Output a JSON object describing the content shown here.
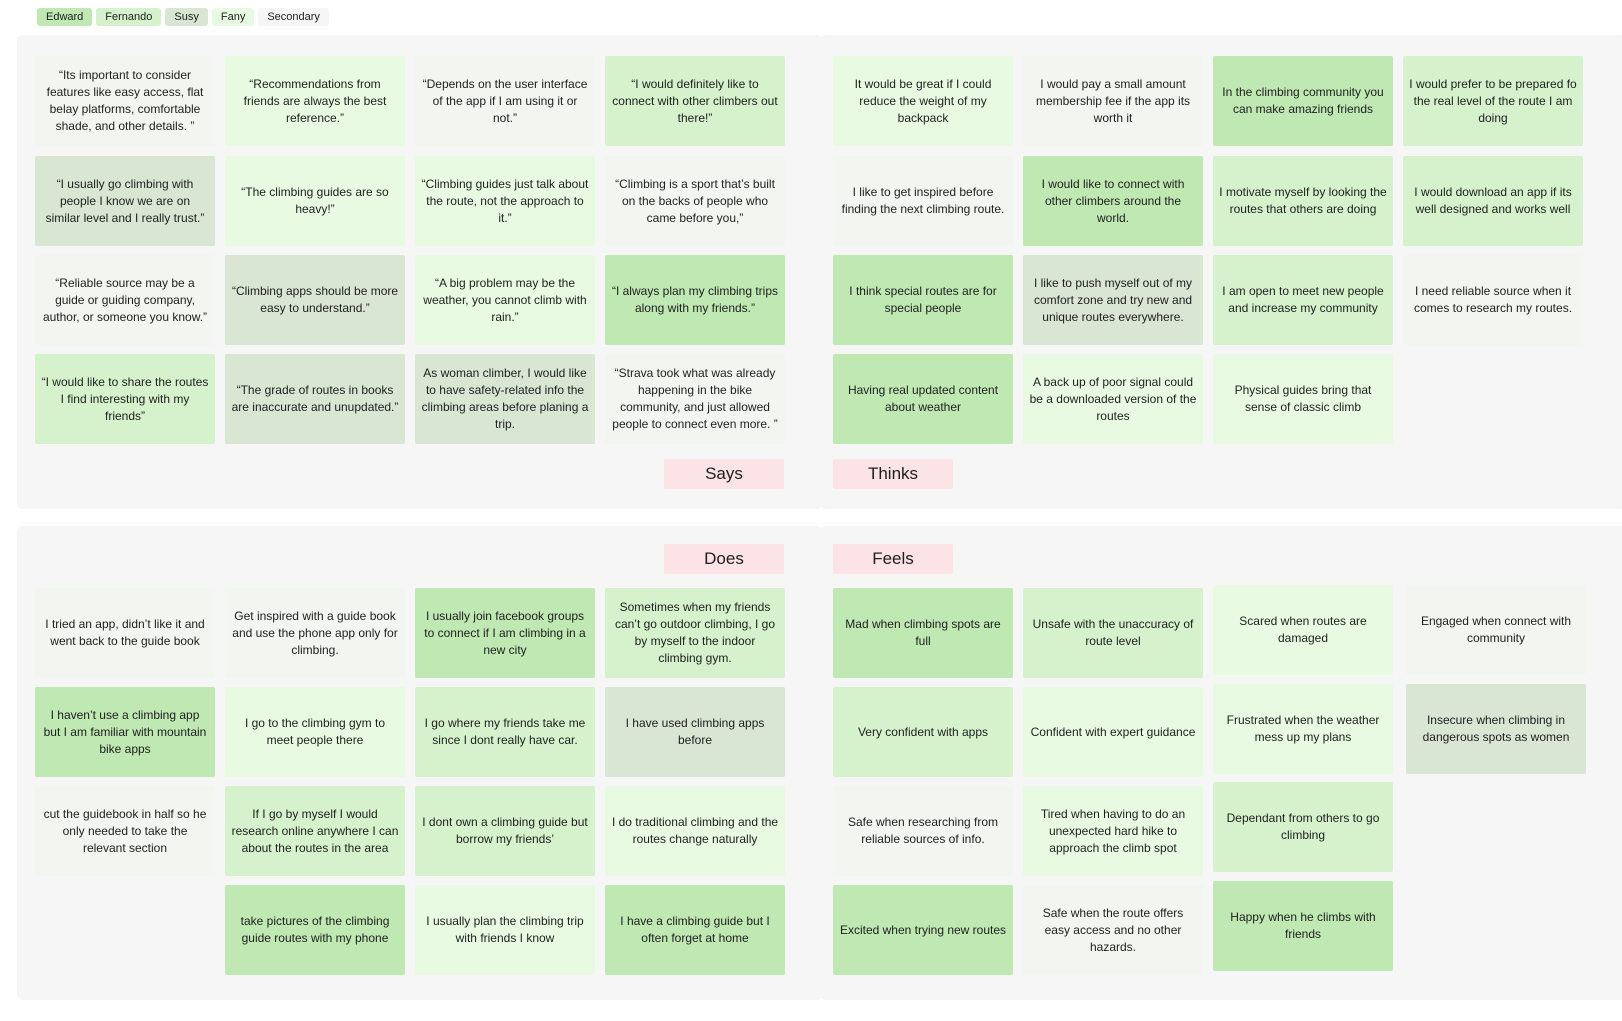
{
  "colors": {
    "Edward": "#bfe8b3",
    "Fernando": "#d6f2cc",
    "Susy": "#d8e6d3",
    "Fany": "#e8fbe2",
    "Secondary": "#f2f5f0",
    "label_bg": "#fbe3e6"
  },
  "legend": [
    {
      "label": "Edward",
      "color": "#bfe8b3"
    },
    {
      "label": "Fernando",
      "color": "#d6f2cc"
    },
    {
      "label": "Susy",
      "color": "#d8e6d3"
    },
    {
      "label": "Fany",
      "color": "#e8fbe2"
    },
    {
      "label": "Secondary",
      "color": "#f6f6f6"
    }
  ],
  "sections": {
    "says": {
      "label": "Says",
      "notes": [
        {
          "text": "“Its important to consider features like easy access, flat belay platforms, comfortable shade, and other details. ”",
          "color": "#f2f5f0"
        },
        {
          "text": "“Recommendations from friends are always the best reference.”",
          "color": "#e8fbe2"
        },
        {
          "text": "“Depends on the user interface of the app if I am using it or not.”",
          "color": "#f2f5f0"
        },
        {
          "text": "“I would definitely like to connect with other climbers out there!”",
          "color": "#d6f2cc"
        },
        {
          "text": "“I usually go climbing with people I know we are on similar level and I really trust.”",
          "color": "#d8e6d3"
        },
        {
          "text": "“The climbing guides are so heavy!”",
          "color": "#e8fbe2"
        },
        {
          "text": "“Climbing guides just talk about the route, not the approach to it.”",
          "color": "#e8fbe2"
        },
        {
          "text": "“Climbing is a sport that’s built on the backs of people who came before you,”",
          "color": "#f2f5f0"
        },
        {
          "text": "“Reliable source may be a guide or guiding company, author, or someone you know.”",
          "color": "#f2f5f0"
        },
        {
          "text": "“Climbing apps should be more easy to understand.”",
          "color": "#d8e6d3"
        },
        {
          "text": "“A big problem may be the weather, you cannot climb with rain.”",
          "color": "#e8fbe2"
        },
        {
          "text": "“I always plan my climbing trips along with my friends.”",
          "color": "#bfe8b3"
        },
        {
          "text": "“I would like to share the routes I find interesting with my friends”",
          "color": "#d6f2cc"
        },
        {
          "text": "“The grade of routes in books are inaccurate and unupdated.”",
          "color": "#d8e6d3"
        },
        {
          "text": "As woman climber, I would like to have safety-related info the climbing areas before planing a trip.",
          "color": "#d8e6d3"
        },
        {
          "text": "“Strava took what was already happening in the bike community, and just allowed people to connect even more. ”",
          "color": "#f2f5f0"
        }
      ]
    },
    "thinks": {
      "label": "Thinks",
      "notes": [
        {
          "text": "It would be great if I could reduce the weight of my backpack",
          "color": "#e8fbe2"
        },
        {
          "text": "I would pay a small amount membership fee if the app its worth it",
          "color": "#f2f5f0"
        },
        {
          "text": "In the climbing community you can make amazing friends",
          "color": "#bfe8b3"
        },
        {
          "text": "I would prefer to be prepared fo the real level of the route I am doing",
          "color": "#d6f2cc"
        },
        {
          "text": "I like to get inspired before finding the next climbing route.",
          "color": "#f2f5f0"
        },
        {
          "text": "I would like to connect with other climbers around the world.",
          "color": "#bfe8b3"
        },
        {
          "text": "I motivate myself by looking the routes that others are doing",
          "color": "#d6f2cc"
        },
        {
          "text": "I would download an app if its well designed and works well",
          "color": "#d6f2cc"
        },
        {
          "text": "I think special routes are for special people",
          "color": "#bfe8b3"
        },
        {
          "text": "I like to push myself out of my comfort zone and try new and unique routes everywhere.",
          "color": "#d8e6d3"
        },
        {
          "text": "I am open to meet new people and increase my community",
          "color": "#d6f2cc"
        },
        {
          "text": "I need reliable source when it comes to research my routes.",
          "color": "#f2f5f0"
        },
        {
          "text": "Having real updated content about weather",
          "color": "#bfe8b3"
        },
        {
          "text": "A back up of poor signal could be a downloaded version of the routes",
          "color": "#e8fbe2"
        },
        {
          "text": "Physical guides bring that sense of classic climb",
          "color": "#e8fbe2"
        }
      ]
    },
    "does": {
      "label": "Does",
      "notes": [
        {
          "text": "I tried an app, didn’t like it and went back to the guide book",
          "color": "#f2f5f0"
        },
        {
          "text": "Get inspired with a guide book and use the phone app only for climbing.",
          "color": "#f2f5f0"
        },
        {
          "text": "I usually join facebook groups to connect if I am climbing in a new city",
          "color": "#bfe8b3"
        },
        {
          "text": "Sometimes when my friends can’t go outdoor climbing, I go by myself to the indoor climbing gym.",
          "color": "#d6f2cc"
        },
        {
          "text": "I haven’t use a climbing app but I am familiar with mountain bike apps",
          "color": "#bfe8b3"
        },
        {
          "text": "I go to the climbing gym to meet people there",
          "color": "#e8fbe2"
        },
        {
          "text": "I go where my friends take me since I dont really have car.",
          "color": "#d6f2cc"
        },
        {
          "text": "I have used climbing apps before",
          "color": "#d8e6d3"
        },
        {
          "text": "cut the guidebook in half so he only needed to take the relevant section",
          "color": "#f2f5f0"
        },
        {
          "text": "If I go by myself I would research online anywhere I can about the routes in the area",
          "color": "#d6f2cc"
        },
        {
          "text": "I dont own a climbing guide but borrow my friends’",
          "color": "#d6f2cc"
        },
        {
          "text": "I do traditional climbing and the routes change naturally",
          "color": "#e8fbe2"
        },
        {
          "text": "take pictures of the climbing guide routes  with my phone",
          "color": "#bfe8b3"
        },
        {
          "text": "I usually plan the climbing trip with friends I know",
          "color": "#e8fbe2"
        },
        {
          "text": "I have a climbing guide but I often forget at home",
          "color": "#bfe8b3"
        }
      ]
    },
    "feels": {
      "label": "Feels",
      "notes": [
        {
          "text": "Mad when climbing spots are full",
          "color": "#bfe8b3"
        },
        {
          "text": "Unsafe with the unaccuracy of  route level",
          "color": "#d6f2cc"
        },
        {
          "text": "Scared when routes are damaged",
          "color": "#e8fbe2"
        },
        {
          "text": "Engaged when connect with community",
          "color": "#f2f5f0"
        },
        {
          "text": "Very confident with apps",
          "color": "#d6f2cc"
        },
        {
          "text": "Confident with expert guidance",
          "color": "#e8fbe2"
        },
        {
          "text": "Frustrated when the weather mess up my plans",
          "color": "#e8fbe2"
        },
        {
          "text": "Insecure when climbing in dangerous spots as women",
          "color": "#d8e6d3"
        },
        {
          "text": "Safe when researching from reliable sources of info.",
          "color": "#f2f5f0"
        },
        {
          "text": "Tired when having to do an unexpected hard hike to approach the climb spot",
          "color": "#e8fbe2"
        },
        {
          "text": "Dependant from others to go climbing",
          "color": "#d6f2cc"
        },
        {
          "text": "Excited when trying new routes",
          "color": "#bfe8b3"
        },
        {
          "text": "Safe when the route offers easy access and no other hazards.",
          "color": "#f2f5f0"
        },
        {
          "text": "Happy when he climbs with friends",
          "color": "#bfe8b3"
        }
      ]
    }
  }
}
